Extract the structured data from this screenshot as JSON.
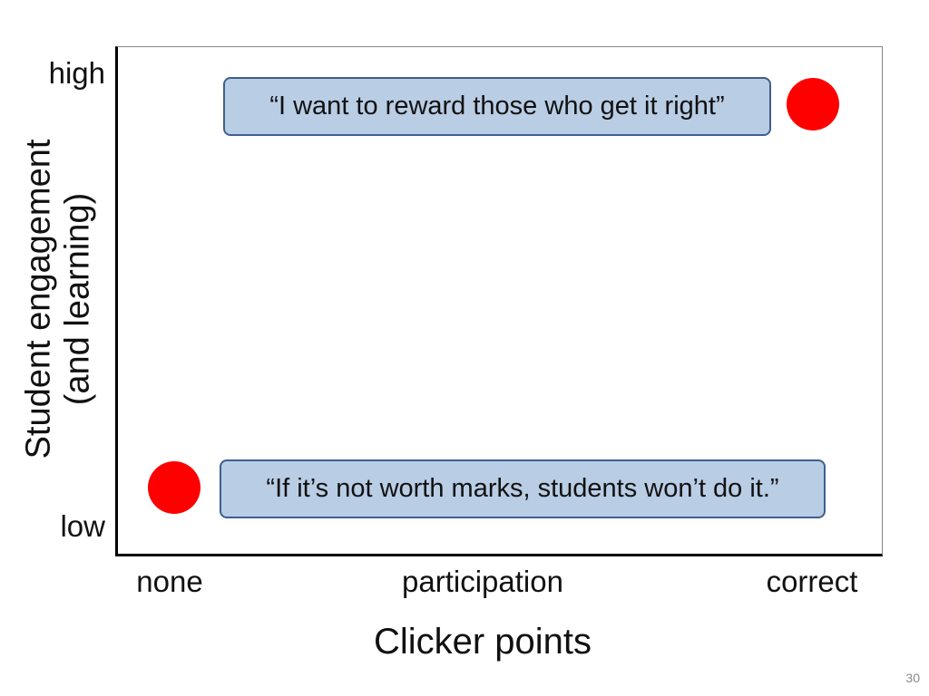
{
  "chart_data": {
    "type": "scatter",
    "xlabel": "Clicker points",
    "ylabel": [
      "Student engagement",
      "(and learning)"
    ],
    "x_categories": [
      "none",
      "participation",
      "correct"
    ],
    "y_categories": [
      "low",
      "high"
    ],
    "points": [
      {
        "x": "none",
        "y": "low",
        "color": "#ff0000"
      },
      {
        "x": "correct",
        "y": "high",
        "color": "#ff0000"
      }
    ],
    "annotations": [
      {
        "text": "“I want to reward those who get it right”",
        "near": {
          "x": "correct",
          "y": "high"
        }
      },
      {
        "text": "“If it’s not worth marks, students won’t do it.”",
        "near": {
          "x": "none",
          "y": "low"
        }
      }
    ]
  },
  "slide_number": "30",
  "colors": {
    "point": "#ff0000",
    "callout_fill": "#b9cde5",
    "callout_border": "#3f5f8a"
  }
}
